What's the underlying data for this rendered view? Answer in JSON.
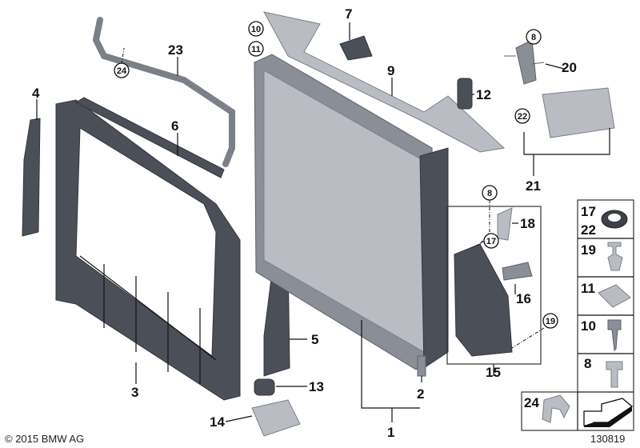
{
  "diagram": {
    "labels": {
      "l1": "1",
      "l2": "2",
      "l3": "3",
      "l4": "4",
      "l5": "5",
      "l6": "6",
      "l7": "7",
      "l9": "9",
      "l12": "12",
      "l13": "13",
      "l14": "14",
      "l15": "15",
      "l16": "16",
      "l18": "18",
      "l20": "20",
      "l21": "21",
      "l23": "23"
    },
    "circled_labels": {
      "c10": "10",
      "c11": "11",
      "c24": "24",
      "c8a": "8",
      "c22": "22",
      "c8b": "8",
      "c17": "17",
      "c19": "19"
    },
    "legend_panel": {
      "rows": [
        {
          "labels": [
            "17",
            "22"
          ],
          "icon": "grommet-icon"
        },
        {
          "labels": [
            "19"
          ],
          "icon": "expanding-rivet-icon"
        },
        {
          "labels": [
            "11"
          ],
          "icon": "clip-nut-icon"
        },
        {
          "labels": [
            "10"
          ],
          "icon": "hex-screw-icon"
        },
        {
          "labels": [
            "8"
          ],
          "icon": "torx-screw-icon"
        }
      ],
      "bottom": {
        "label": "24",
        "icon": "hose-clamp-icon",
        "arrow_icon": "direction-arrow-icon"
      }
    },
    "copyright": "© 2015 BMW AG",
    "diagram_number": "130819"
  }
}
